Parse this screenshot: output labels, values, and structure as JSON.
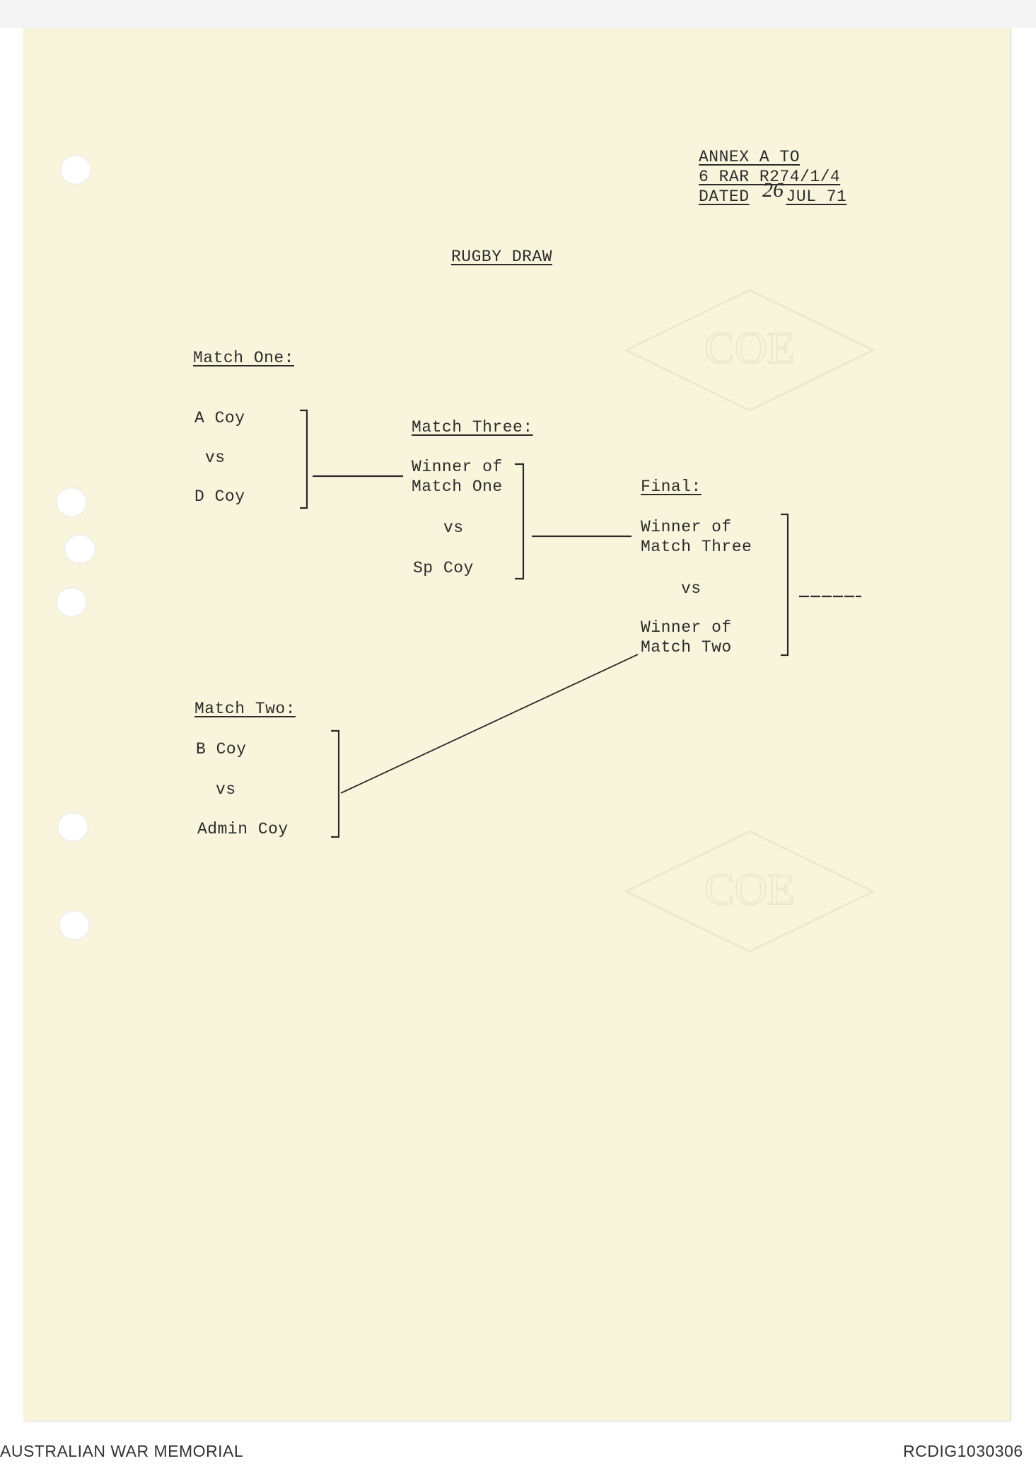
{
  "annex": {
    "line1": "ANNEX A TO",
    "line2": "6 RAR R274/1/4",
    "line3_prefix": "DATED",
    "line3_day": "26",
    "line3_suffix": "JUL 71"
  },
  "title": "RUGBY DRAW",
  "match_one": {
    "heading": "Match One:",
    "team1": "A Coy",
    "vs": "vs",
    "team2": "D Coy"
  },
  "match_two": {
    "heading": "Match Two:",
    "team1": "B Coy",
    "vs": "vs",
    "team2": "Admin Coy"
  },
  "match_three": {
    "heading": "Match Three:",
    "entry1_line1": "Winner of",
    "entry1_line2": "Match One",
    "vs": "vs",
    "entry2": "Sp Coy"
  },
  "final": {
    "heading": "Final:",
    "entry1_line1": "Winner of",
    "entry1_line2": "Match Three",
    "vs": "vs",
    "entry2_line1": "Winner of",
    "entry2_line2": "Match Two"
  },
  "watermark_text": "COE",
  "footer": {
    "left": "AUSTRALIAN WAR MEMORIAL",
    "right": "RCDIG1030306"
  }
}
